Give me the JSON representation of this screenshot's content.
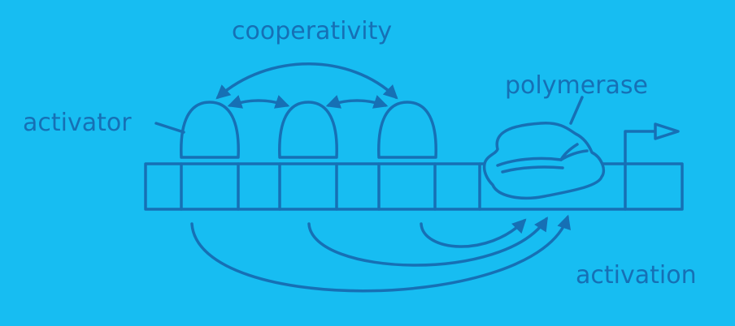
{
  "labels": {
    "cooperativity": "cooperativity",
    "activator": "activator",
    "polymerase": "polymerase",
    "activation": "activation"
  },
  "colors": {
    "background": "#17BDF2",
    "ink": "#1670B5"
  }
}
